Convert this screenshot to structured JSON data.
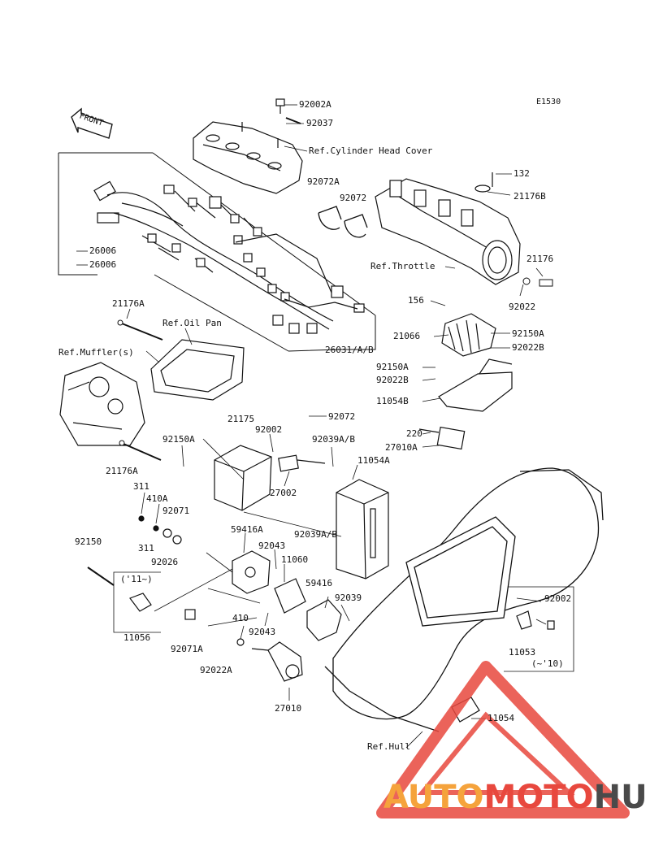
{
  "diagram_code": "E1530",
  "front_label": "FRONT",
  "parts": {
    "p92002A": "92002A",
    "p92037": "92037",
    "ref_cyl_head": "Ref.Cylinder Head Cover",
    "p132": "132",
    "p92072A": "92072A",
    "p92072_top": "92072",
    "p21176B": "21176B",
    "p26006_a": "26006",
    "p26006_b": "26006",
    "ref_throttle": "Ref.Throttle",
    "p21176": "21176",
    "p92022": "92022",
    "p21176A_top": "21176A",
    "ref_oil_pan": "Ref.Oil Pan",
    "ref_muffler": "Ref.Muffler(s)",
    "p156": "156",
    "p21066": "21066",
    "p92150A_right": "92150A",
    "p92022B_right": "92022B",
    "p26031": "26031/A/B",
    "p92150A_mid": "92150A",
    "p92022B_mid": "92022B",
    "p11054B": "11054B",
    "p21175": "21175",
    "p92002_mid": "92002",
    "p92072_mid": "92072",
    "p220": "220",
    "p92150A_left": "92150A",
    "p92039AB_top": "92039A/B",
    "p27010A": "27010A",
    "p21176A_bottom": "21176A",
    "p11054A": "11054A",
    "p27002": "27002",
    "p311_a": "311",
    "p410A": "410A",
    "p92071": "92071",
    "p59416A": "59416A",
    "p92039AB_mid": "92039A/B",
    "p311_b": "311",
    "p92043_a": "92043",
    "p92150": "92150",
    "p92026": "92026",
    "p11060": "11060",
    "p11_year": "('11~)",
    "p59416": "59416",
    "p92039": "92039",
    "p92002_right": "92002",
    "p410": "410",
    "p92043_b": "92043",
    "p11056": "11056",
    "p92071A": "92071A",
    "p92022A": "92022A",
    "p11053": "11053",
    "p10_year": "(~'10)",
    "p27010": "27010",
    "p11054": "11054",
    "ref_hull": "Ref.Hull"
  },
  "watermark": {
    "part1": "AUTO",
    "part2": "MOTO",
    "part3": "HUB",
    "colors": {
      "orange": "#f5a33c",
      "red": "#e8483e",
      "gray": "#4a4a4a"
    }
  }
}
